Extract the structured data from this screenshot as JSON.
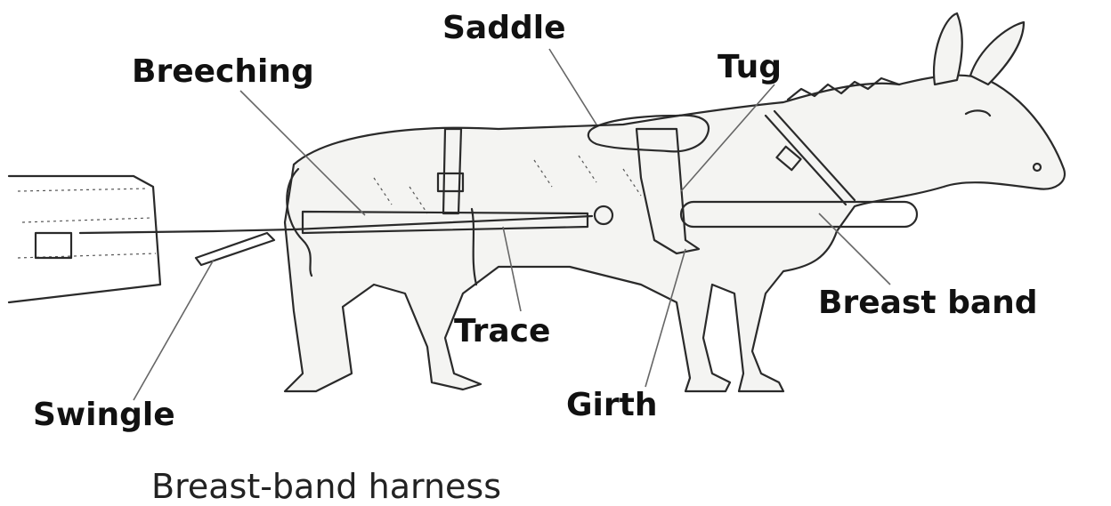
{
  "labels": {
    "saddle": "Saddle",
    "breeching": "Breeching",
    "tug": "Tug",
    "breast_band": "Breast band",
    "trace": "Trace",
    "swingle": "Swingle",
    "girth": "Girth"
  },
  "caption": "Breast-band harness"
}
